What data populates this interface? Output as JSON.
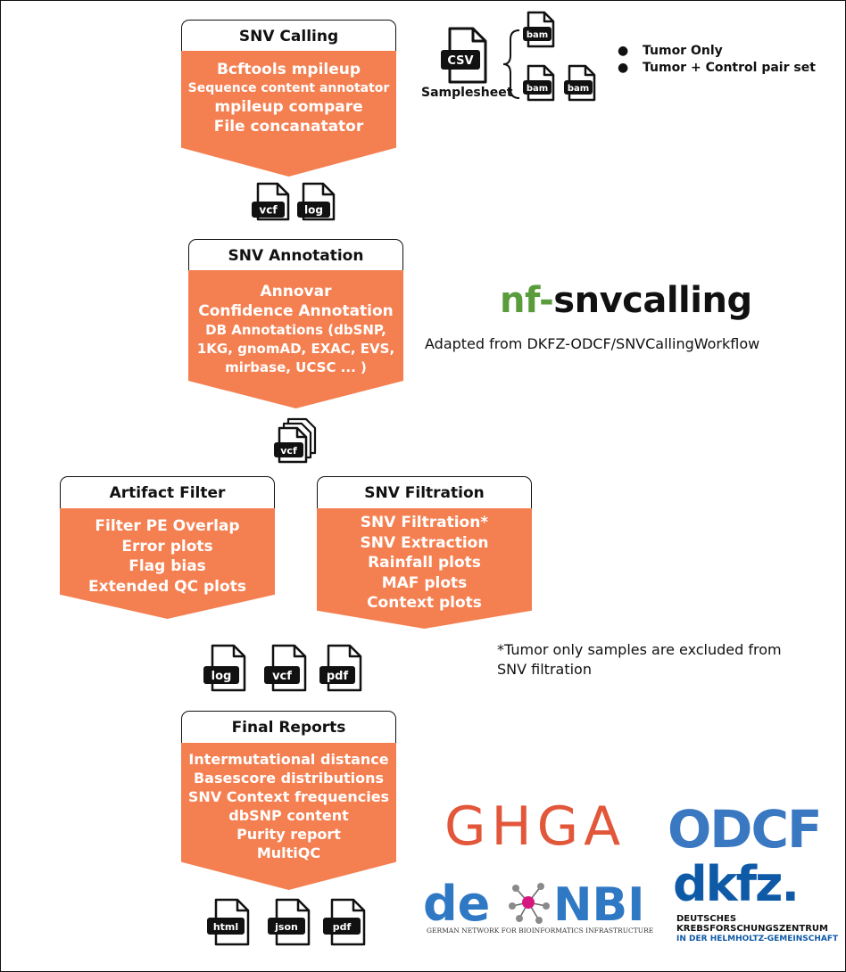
{
  "title": {
    "prefix": "nf-",
    "name": "snvcalling",
    "prefix_color": "#5a9c3c",
    "name_color": "#111111"
  },
  "subtitle": "Adapted from DKFZ-ODCF/SNVCallingWorkflow",
  "input": {
    "samplesheet_label": "Samplesheet",
    "csv_label": "CSV",
    "bam_label": "bam",
    "bullets": [
      "Tumor Only",
      "Tumor + Control pair set"
    ]
  },
  "steps": {
    "snv_calling": {
      "title": "SNV Calling",
      "items": [
        "Bcftools mpileup",
        "Sequence content annotator",
        "mpileup compare",
        "File concanatator"
      ]
    },
    "snv_annotation": {
      "title": "SNV Annotation",
      "items": [
        "Annovar",
        "Confidence Annotation",
        "DB Annotations (dbSNP,",
        "1KG, gnomAD, EXAC, EVS,",
        "mirbase, UCSC ... )"
      ]
    },
    "artifact_filter": {
      "title": "Artifact Filter",
      "items": [
        "Filter PE Overlap",
        "Error plots",
        "Flag bias",
        "Extended QC plots"
      ]
    },
    "snv_filtration": {
      "title": "SNV Filtration",
      "items": [
        "SNV Filtration*",
        "SNV Extraction",
        "Rainfall plots",
        "MAF plots",
        "Context plots"
      ]
    },
    "final_reports": {
      "title": "Final Reports",
      "items": [
        "Intermutational distance",
        "Basescore distributions",
        "SNV Context frequencies",
        "dbSNP content",
        "Purity report",
        "MultiQC"
      ]
    }
  },
  "files": {
    "after_calling": [
      "vcf",
      "log"
    ],
    "after_annotation": [
      "vcf"
    ],
    "after_filtering": [
      "log",
      "vcf",
      "pdf"
    ],
    "after_reports": [
      "html",
      "json",
      "pdf"
    ]
  },
  "footnote": [
    "*Tumor only samples are excluded from",
    "SNV filtration"
  ],
  "logos": {
    "ghga": {
      "text": "GHGA",
      "color": "#e2563a"
    },
    "odcf": {
      "text": "ODCF",
      "color": "#3a78c2"
    },
    "denbi": {
      "left": "de",
      "right": "NBI",
      "tagline": "GERMAN NETWORK FOR BIOINFORMATICS INFRASTRUCTURE",
      "color": "#2f79c4"
    },
    "dkfz": {
      "text": "dkfz.",
      "line1": "DEUTSCHES",
      "line2": "KREBSFORSCHUNGSZENTRUM",
      "line3": "IN DER HELMHOLTZ-GEMEINSCHAFT",
      "color": "#0e5aa7"
    }
  },
  "colors": {
    "arrow": "#f47f51",
    "tab_border": "#111111"
  }
}
